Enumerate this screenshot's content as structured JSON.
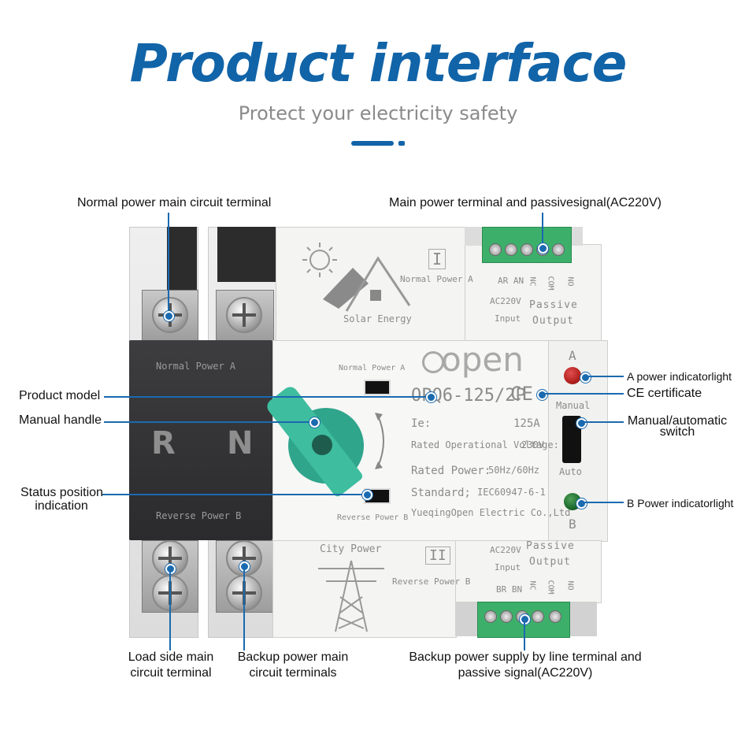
{
  "header": {
    "title": "Product interface",
    "subtitle": "Protect your electricity safety"
  },
  "callouts": {
    "normal_terminal": "Normal power main circuit terminal",
    "main_terminal": "Main power terminal and passivesignal(AC220V)",
    "product_model": "Product model",
    "manual_handle": "Manual handle",
    "status_position_1": "Status position",
    "status_position_2": "indication",
    "a_light": "A power indicatorlight",
    "ce": "CE  certificate",
    "switch_1": "Manual/automatic",
    "switch_2": "switch",
    "b_light": "B Power indicatorlight",
    "load_1": "Load side main",
    "load_2": "circuit terminal",
    "backup_main_1": "Backup power main",
    "backup_main_2": "circuit terminals",
    "backup_line_1": "Backup power supply by line terminal and",
    "backup_line_2": "passive signal(AC220V)"
  },
  "device": {
    "top_roman": "I",
    "bottom_roman": "II",
    "normal_power_a": "Normal Power A",
    "solar": "Solar Energy",
    "ar_an": "AR AN",
    "nc": "NC",
    "com": "COM",
    "no": "NO",
    "ac220v": "AC220V",
    "input": "Input",
    "passive": "Passive",
    "output": "Output",
    "black_top": "Normal Power A",
    "r": "R",
    "n": "N",
    "black_bottom": "Reverse Power B",
    "brand": "open",
    "window_top": "Normal Power A",
    "model": "OPQ6-125/2P",
    "ce_mark": "CE",
    "ie": "Ie:",
    "ie_val": "125A",
    "voltage": "Rated Operational Voltage:",
    "voltage_val": "230V",
    "power": "Rated Power:",
    "power_val": "50Hz/60Hz",
    "standard": "Standard;",
    "standard_val": "IEC60947-6-1",
    "maker": "YueqingOpen Electric Co.,Ltd",
    "window_bottom": "Reverse Power B",
    "a": "A",
    "manual": "Manual",
    "auto": "Auto",
    "b": "B",
    "city": "City Power",
    "reverse_power_b": "Reverse Power B",
    "br_bn": "BR BN"
  },
  "colors": {
    "title_blue": "#1164a8",
    "handle_green": "#3fbd9f",
    "terminal_green": "#3cb06a",
    "led_red": "#b3201d",
    "led_green": "#1d6b2b"
  }
}
